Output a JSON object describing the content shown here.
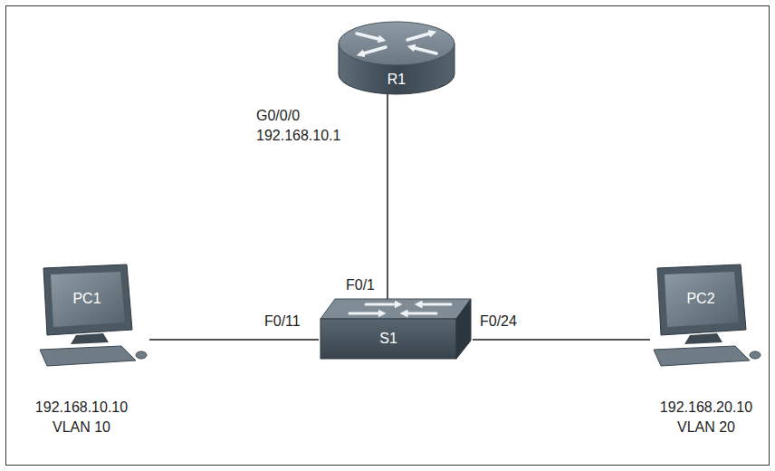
{
  "diagram": {
    "nodes": [
      {
        "text": [
          "R1"
        ]
      },
      {
        "text": [
          "PC1"
        ]
      },
      {
        "text": [
          "S1"
        ]
      },
      {
        "text": [
          "PC2"
        ]
      }
    ],
    "edges": [
      {
        "from": 0,
        "to": 2,
        "arrow": "none"
      },
      {
        "from": 1,
        "to": 2,
        "arrow": "none"
      },
      {
        "from": 2,
        "to": 3,
        "arrow": "none"
      }
    ],
    "labels": [
      "G0/0/0",
      "192.168.10.1",
      "F0/1",
      "F0/11",
      "F0/24",
      "192.168.10.10",
      "VLAN 10",
      "192.168.20.10",
      "VLAN 20"
    ]
  }
}
